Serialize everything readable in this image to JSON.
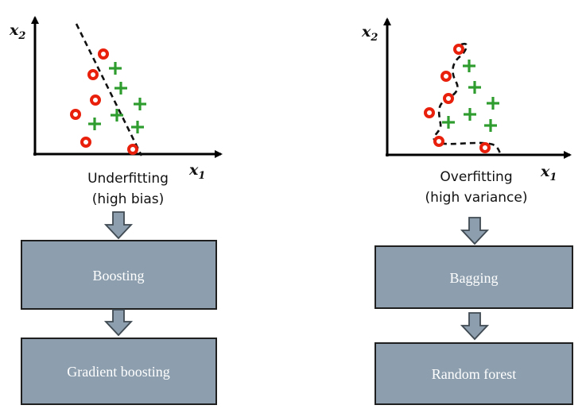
{
  "colors": {
    "circle": "#e8200c",
    "plus": "#2e9c2e",
    "box_fill": "#8d9fae",
    "box_border": "#1f1f1f",
    "box_text": "#ffffff"
  },
  "left": {
    "axis_x": "x",
    "axis_x_sub": "1",
    "axis_y": "x",
    "axis_y_sub": "2",
    "caption_line1": "Underfitting",
    "caption_line2": "(high bias)",
    "box1": "Boosting",
    "box2": "Gradient boosting"
  },
  "right": {
    "axis_x": "x",
    "axis_x_sub": "1",
    "axis_y": "x",
    "axis_y_sub": "2",
    "caption_line1": "Overfitting",
    "caption_line2": "(high variance)",
    "box1": "Bagging",
    "box2": "Random forest"
  }
}
